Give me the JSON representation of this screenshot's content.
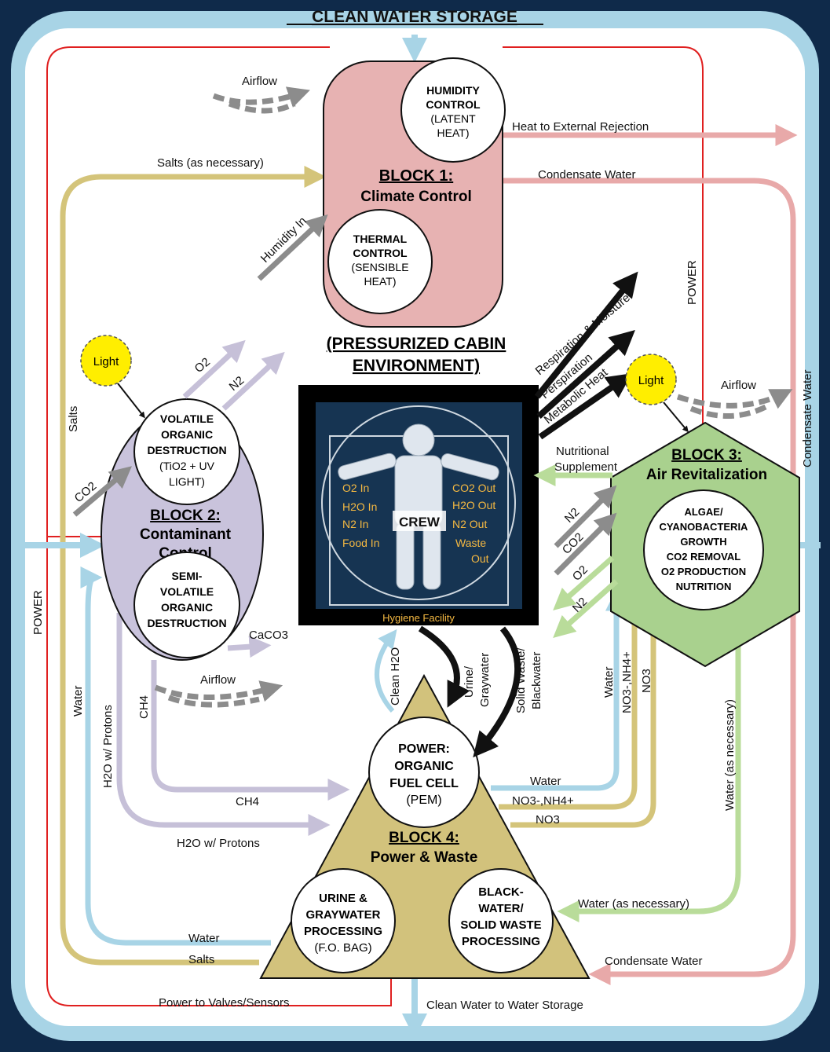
{
  "title": "CLEAN WATER STORAGE",
  "colors": {
    "background": "#0f2a4a",
    "water": "#a8d4e6",
    "condensate": "#e8a9a9",
    "power": "#e02020",
    "salts": "#d4c47a",
    "contaminant": "#c6c0d8",
    "air_revitalization": "#b9dc9a",
    "block1": "#e7b2b2",
    "block2": "#c9c3dc",
    "block3": "#a9d18e",
    "block4": "#d2c27c",
    "light": "#ffee00"
  },
  "cabin": {
    "title_line1": "(PRESSURIZED CABIN",
    "title_line2": "ENVIRONMENT)",
    "crew": "CREW",
    "hygiene": "Hygiene Facility",
    "inputs": [
      "O2 In",
      "H2O In",
      "N2 In",
      "Food In"
    ],
    "outputs": [
      "CO2 Out",
      "H2O Out",
      "N2 Out",
      "Waste",
      "Out"
    ]
  },
  "block1": {
    "title": "BLOCK 1:",
    "subtitle": "Climate Control",
    "humidity": [
      "HUMIDITY",
      "CONTROL",
      "(LATENT",
      "HEAT)"
    ],
    "thermal": [
      "THERMAL",
      "CONTROL",
      "(SENSIBLE",
      "HEAT)"
    ]
  },
  "block2": {
    "title": "BLOCK 2:",
    "subtitle1": "Contaminant",
    "subtitle2": "Control",
    "volatile": [
      "VOLATILE",
      "ORGANIC",
      "DESTRUCTION",
      "(TiO2 + UV",
      "LIGHT)"
    ],
    "semivolatile": [
      "SEMI-",
      "VOLATILE",
      "ORGANIC",
      "DESTRUCTION"
    ]
  },
  "block3": {
    "title": "BLOCK 3:",
    "subtitle": "Air Revitalization",
    "algae": [
      "ALGAE/",
      "CYANOBACTERIA",
      "GROWTH",
      "CO2 REMOVAL",
      "O2 PRODUCTION",
      "NUTRITION"
    ]
  },
  "block4": {
    "title": "BLOCK 4:",
    "subtitle": "Power & Waste",
    "fuelcell": [
      "POWER:",
      "ORGANIC",
      "FUEL CELL",
      "(PEM)"
    ],
    "urine": [
      "URINE &",
      "GRAYWATER",
      "PROCESSING",
      "(F.O. BAG)"
    ],
    "black": [
      "BLACK-",
      "WATER/",
      "SOLID WASTE",
      "PROCESSING"
    ]
  },
  "labels": {
    "airflow": "Airflow",
    "light": "Light",
    "salts_necessary": "Salts (as necessary)",
    "humidity_in": "Humidity In",
    "heat_external": "Heat to External Rejection",
    "condensate_water": "Condensate Water",
    "power": "POWER",
    "salts": "Salts",
    "water": "Water",
    "h2o_protons": "H2O w/ Protons",
    "ch4": "CH4",
    "caco3": "CaCO3",
    "o2": "O2",
    "n2": "N2",
    "co2": "CO2",
    "respiration": "Respiration & Moisture",
    "perspiration": "Perspiration",
    "metabolic": "Metabolic Heat",
    "nutritional1": "Nutritional",
    "nutritional2": "Supplement",
    "clean_h2o": "Clean H2O",
    "urine_gray1": "Urine/",
    "urine_gray2": "Graywater",
    "solid_black1": "Solid Waste/",
    "solid_black2": "Blackwater",
    "no3_nh4": "NO3-,NH4+",
    "no3": "NO3",
    "water_necessary": "Water (as necessary)",
    "power_valves": "Power to Valves/Sensors",
    "clean_to_storage": "Clean Water to Water Storage"
  }
}
